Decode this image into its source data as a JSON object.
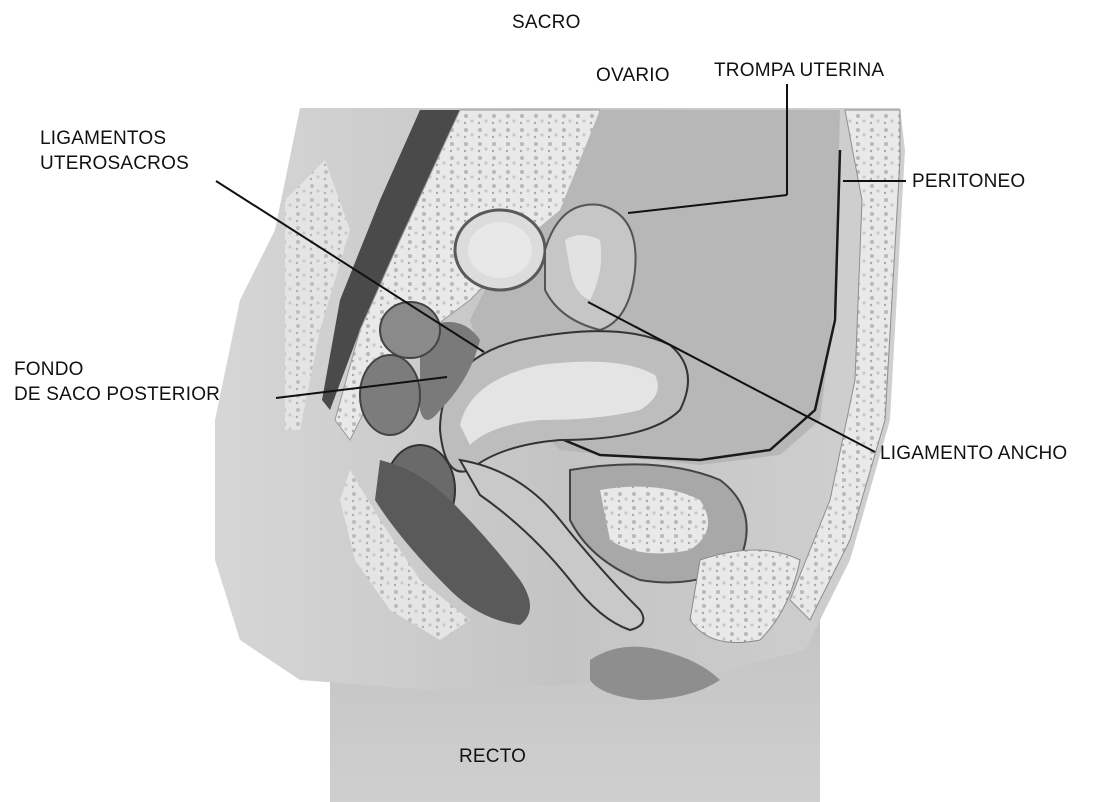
{
  "diagram": {
    "labels": {
      "sacro": "SACRO",
      "ovario": "OVARIO",
      "trompa_uterina": "TROMPA UTERINA",
      "ligamentos_uterosacros_line1": "LIGAMENTOS",
      "ligamentos_uterosacros_line2": "UTEROSACROS",
      "peritoneo": "PERITONEO",
      "fondo_de_saco_line1": "FONDO",
      "fondo_de_saco_line2": "DE SACO POSTERIOR",
      "ligamento_ancho": "LIGAMENTO ANCHO",
      "recto": "RECTO"
    },
    "colors": {
      "background": "#ffffff",
      "body_outline": "#bdbdbd",
      "body_fill": "#c9c9c9",
      "section_dark": "#5e5e5e",
      "section_mid": "#9a9a9a",
      "section_light": "#e6e6e6",
      "leader_line": "#111111"
    }
  }
}
